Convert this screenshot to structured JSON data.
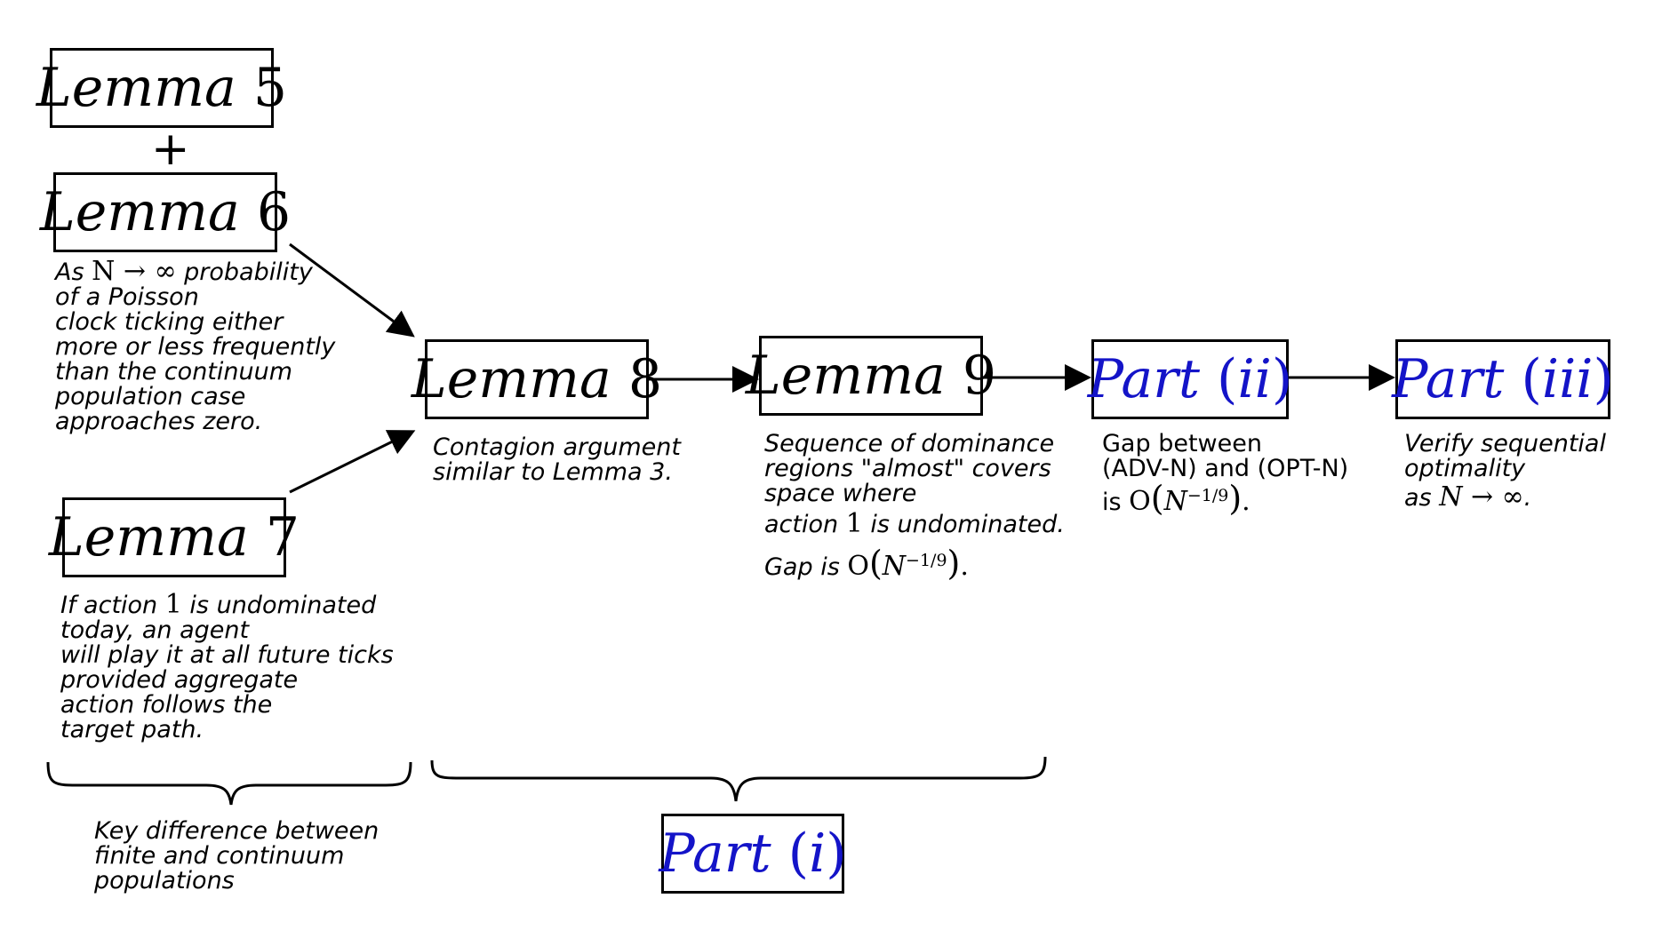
{
  "nodes": {
    "lemma5": {
      "word": "Lemma",
      "num": "5"
    },
    "plus": "+",
    "lemma6": {
      "word": "Lemma",
      "num": "6"
    },
    "lemma7": {
      "word": "Lemma",
      "num": "7"
    },
    "lemma8": {
      "word": "Lemma",
      "num": "8"
    },
    "lemma9": {
      "word": "Lemma",
      "num": "9"
    },
    "part_i": {
      "word": "Part",
      "open": "(",
      "roman": "i",
      "close": ")"
    },
    "part_ii": {
      "word": "Part",
      "open": "(",
      "roman": "ii",
      "close": ")"
    },
    "part_iii": {
      "word": "Part",
      "open": "(",
      "roman": "iii",
      "close": ")"
    }
  },
  "notes": {
    "lemma6": {
      "l1_pre": "As ",
      "l1_math": "N → ∞",
      "l1_post": " probability",
      "l2": "of a Poisson",
      "l3": "clock ticking either",
      "l4": "more or less frequently",
      "l5": "than the continuum",
      "l6": "population case",
      "l7": "approaches zero."
    },
    "lemma7": {
      "l1_pre": "If action ",
      "l1_math": "1",
      "l1_post": " is undominated",
      "l2": "today, an agent",
      "l3": "will play it at all future ticks",
      "l4": "provided aggregate",
      "l5": "action follows the",
      "l6": "target path."
    },
    "lemma8": {
      "l1": "Contagion argument",
      "l2": "similar to Lemma 3."
    },
    "lemma9": {
      "l1": "Sequence of dominance",
      "l2": "regions \"almost\" covers",
      "l3": "space where",
      "l4_pre": "action ",
      "l4_math": "1",
      "l4_post": " is undominated.",
      "l5_pre": "Gap is ",
      "l5_O": "O",
      "l5_N": "N",
      "l5_exp": "−1/9",
      "l5_post": "."
    },
    "part_ii": {
      "l1": "Gap between",
      "l2": "(ADV-N) and (OPT-N)",
      "l3_pre": "is ",
      "l3_O": "O",
      "l3_N": "N",
      "l3_exp": "−1/9",
      "l3_post": "."
    },
    "part_iii": {
      "l1": "Verify sequential",
      "l2": "optimality",
      "l3_pre": "as ",
      "l3_math": "N → ∞",
      "l3_post": "."
    },
    "left_brace": {
      "l1": "Key difference between",
      "l2": "finite and continuum",
      "l3": "populations"
    }
  },
  "colors": {
    "part_text": "#1414c8",
    "ink": "#000000"
  }
}
